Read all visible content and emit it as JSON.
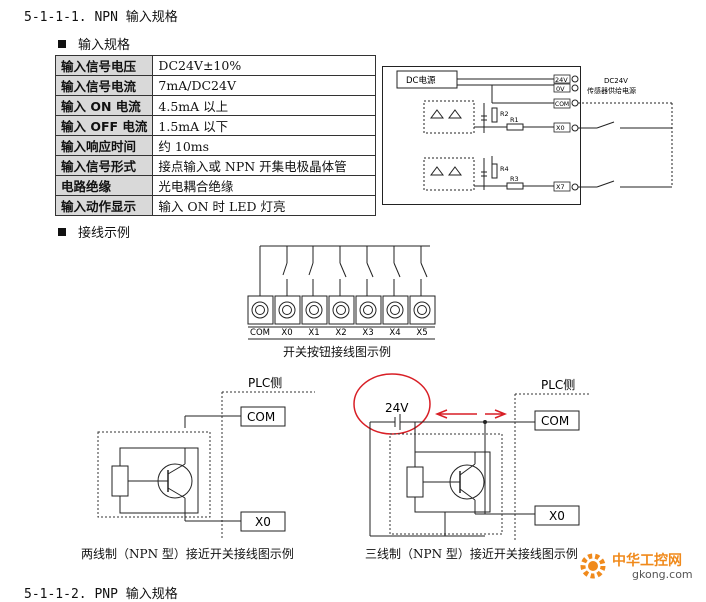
{
  "section_title": "5-1-1-1. NPN 输入规格",
  "spec_heading": "输入规格",
  "spec_rows": [
    {
      "key": "输入信号电压",
      "value": "DC24V±10%"
    },
    {
      "key": "输入信号电流",
      "value": "7mA/DC24V"
    },
    {
      "key": "输入 ON 电流",
      "value": "4.5mA 以上"
    },
    {
      "key": "输入 OFF 电流",
      "value": "1.5mA 以下"
    },
    {
      "key": "输入响应时间",
      "value": "约 10ms"
    },
    {
      "key": "输入信号形式",
      "value": "接点输入或 NPN 开集电极晶体管"
    },
    {
      "key": "电路绝缘",
      "value": "光电耦合绝缘"
    },
    {
      "key": "输入动作显示",
      "value": "输入 ON 时 LED 灯亮"
    }
  ],
  "circuit": {
    "dc_source": "DC电源",
    "v24": "24V",
    "v0": "0V",
    "com": "COM",
    "r1": "R1",
    "r2": "R2",
    "r3": "R3",
    "r4": "R4",
    "x0": "X0",
    "x7": "X7",
    "sensor_label_1": "DC24V",
    "sensor_label_2": "传感器供给电源"
  },
  "wiring_heading": "接线示例",
  "terminals": [
    "COM",
    "X0",
    "X1",
    "X2",
    "X3",
    "X4",
    "X5"
  ],
  "switch_caption": "开关按钮接线图示例",
  "two_wire": {
    "plc_label": "PLC侧",
    "com": "COM",
    "x0": "X0",
    "caption": "两线制（NPN 型）接近开关接线图示例"
  },
  "three_wire": {
    "voltage": "24V",
    "plc_label": "PLC侧",
    "com": "COM",
    "x0": "X0",
    "caption": "三线制（NPN 型）接近开关接线图示例"
  },
  "watermark": {
    "text": "中华工控网",
    "url_text": "gkong.com"
  },
  "next_section_title": "5-1-1-2. PNP 输入规格",
  "colors": {
    "annotation_red": "#d81f26",
    "header_cell": "#d9d9d9",
    "watermark_orange": "#f08a1c"
  }
}
